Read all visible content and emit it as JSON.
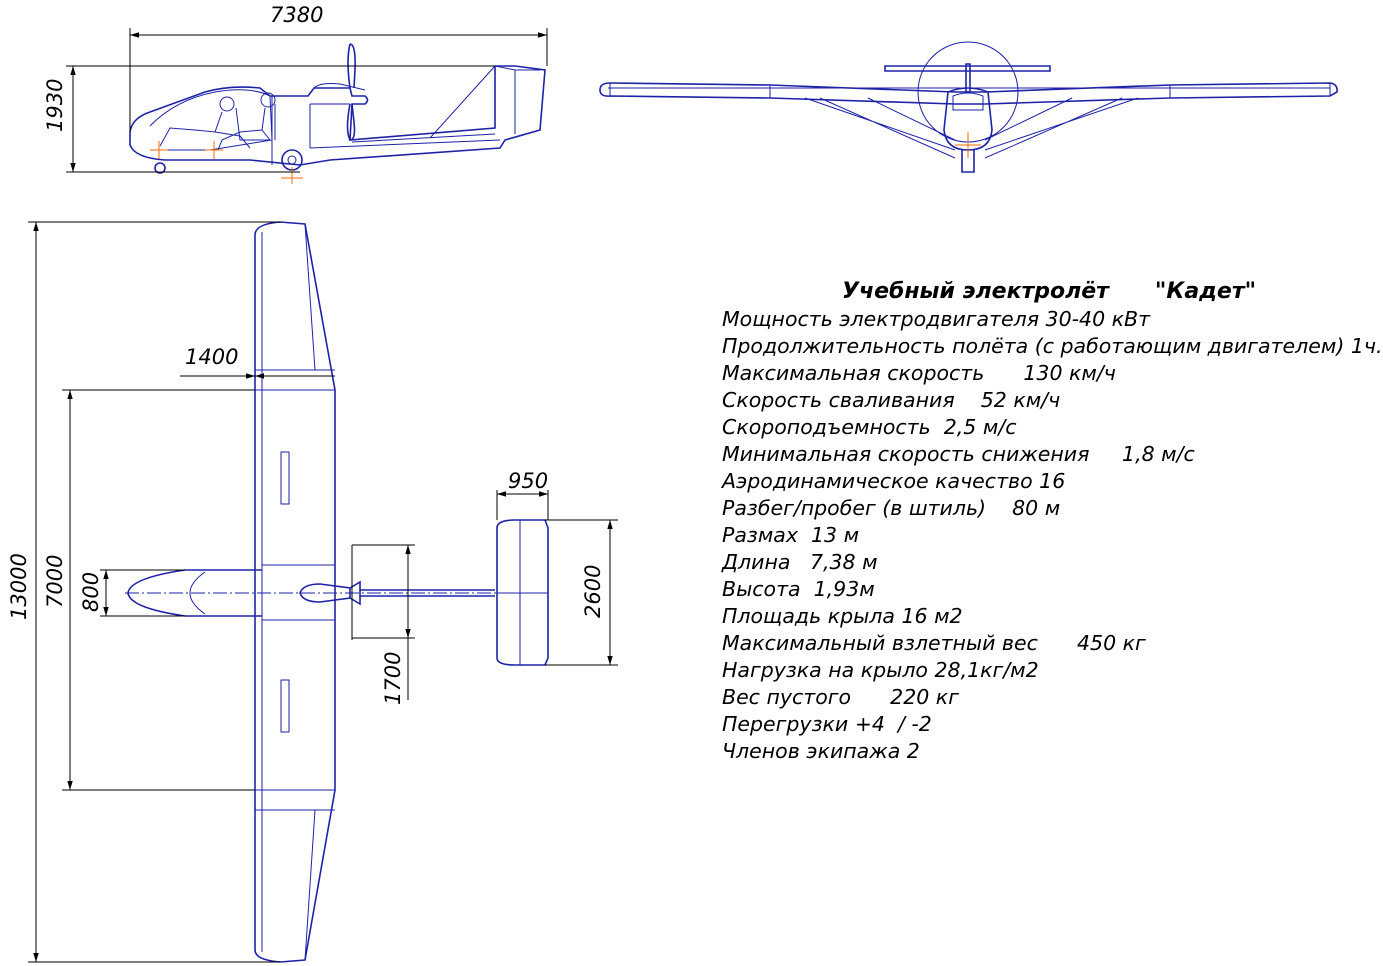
{
  "dimensions": {
    "side_length": "7380",
    "side_height": "1930",
    "span": "13000",
    "center_section": "7000",
    "fuselage_width": "800",
    "wing_tip_chord": "1400",
    "tail_root_chord": "950",
    "stabilizer_span": "2600",
    "tail_length": "1700"
  },
  "specs": {
    "title": "Учебный электролёт      \"Кадет\"",
    "rows": [
      "Мощность электродвигателя 30-40 кВт",
      "Продолжительность полёта (с работающим двигателем) 1ч.",
      "Максимальная скорость      130 км/ч",
      "Скорость сваливания    52 км/ч",
      "Скороподъемность  2,5 м/с",
      "Минимальная скорость снижения     1,8 м/с",
      "Аэродинамическое качество 16",
      "Разбег/пробег (в штиль)    80 м",
      "Размах  13 м",
      "Длина   7,38 м",
      "Высота  1,93м",
      "Площадь крыла 16 м2",
      "Максимальный взлетный вес      450 кг",
      "Нагрузка на крыло 28,1кг/м2",
      "Вес пустого      220 кг",
      "Перегрузки +4  / -2",
      "Членов экипажа 2"
    ]
  },
  "colors": {
    "drawing_line": "#1e22a8",
    "dimension_line": "#000000",
    "reference_mark": "#ff6a00"
  }
}
